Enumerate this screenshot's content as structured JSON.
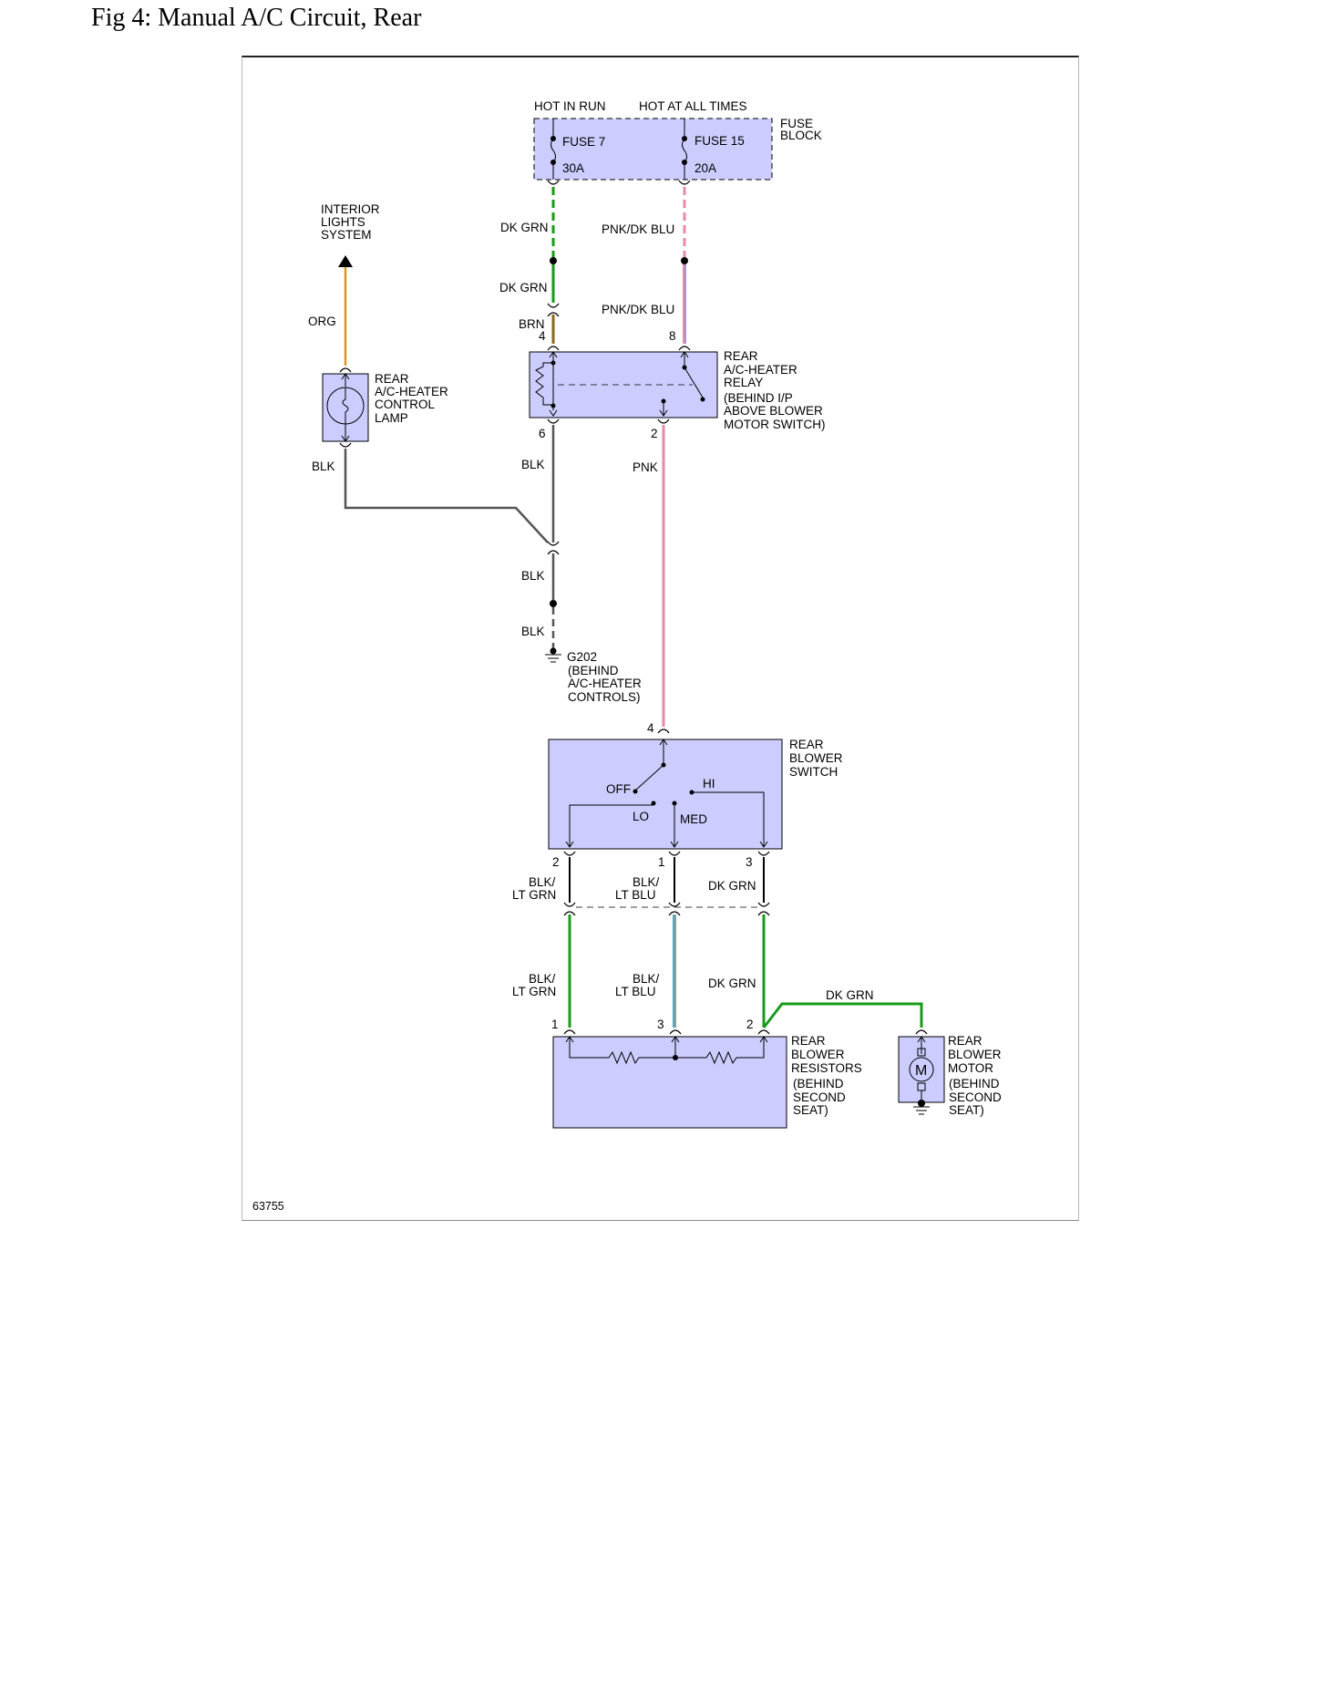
{
  "title": "Fig 4: Manual A/C Circuit, Rear",
  "figure_id": "63755",
  "colors": {
    "component_fill": "#ccccff",
    "dk_grn": "#1a9a1a",
    "pnk": "#e88aa6",
    "org": "#e0961e",
    "brn": "#8a6a1e",
    "blk": "#555555",
    "lt_blu": "#3fb0c8",
    "lamp_arrow": "#000000"
  },
  "power": {
    "hot_in_run": "HOT IN RUN",
    "hot_at_all_times": "HOT AT ALL TIMES",
    "fuse_block": [
      "FUSE",
      "BLOCK"
    ],
    "fuse7": "FUSE 7",
    "fuse7_rating": "30A",
    "fuse15": "FUSE 15",
    "fuse15_rating": "20A"
  },
  "wires": {
    "dk_grn": "DK GRN",
    "pnk_dk_blu": "PNK/DK BLU",
    "brn": "BRN",
    "org": "ORG",
    "blk": "BLK",
    "pnk": "PNK",
    "blk_lt_grn": [
      "BLK/",
      "LT GRN"
    ],
    "blk_lt_blu": [
      "BLK/",
      "LT BLU"
    ]
  },
  "interior_lights": [
    "INTERIOR",
    "LIGHTS",
    "SYSTEM"
  ],
  "lamp": [
    "REAR",
    "A/C-HEATER",
    "CONTROL",
    "LAMP"
  ],
  "relay": [
    "REAR",
    "A/C-HEATER",
    "RELAY",
    "(BEHIND I/P",
    "ABOVE BLOWER",
    "MOTOR SWITCH)"
  ],
  "relay_pins": {
    "p4": "4",
    "p8": "8",
    "p6": "6",
    "p2": "2"
  },
  "ground": [
    "G202",
    "(BEHIND",
    "A/C-HEATER",
    "CONTROLS)"
  ],
  "blower_switch": {
    "label": [
      "REAR",
      "BLOWER",
      "SWITCH"
    ],
    "positions": {
      "off": "OFF",
      "hi": "HI",
      "lo": "LO",
      "med": "MED"
    },
    "pins": {
      "top": "4",
      "left": "2",
      "mid": "1",
      "right": "3"
    }
  },
  "resistors": {
    "label": [
      "REAR",
      "BLOWER",
      "RESISTORS"
    ],
    "location": [
      "(BEHIND",
      "SECOND",
      "SEAT)"
    ],
    "pins": {
      "left": "1",
      "mid": "3",
      "right": "2"
    }
  },
  "motor": {
    "label": [
      "REAR",
      "BLOWER",
      "MOTOR"
    ],
    "location": [
      "(BEHIND",
      "SECOND",
      "SEAT)"
    ],
    "symbol": "M"
  }
}
